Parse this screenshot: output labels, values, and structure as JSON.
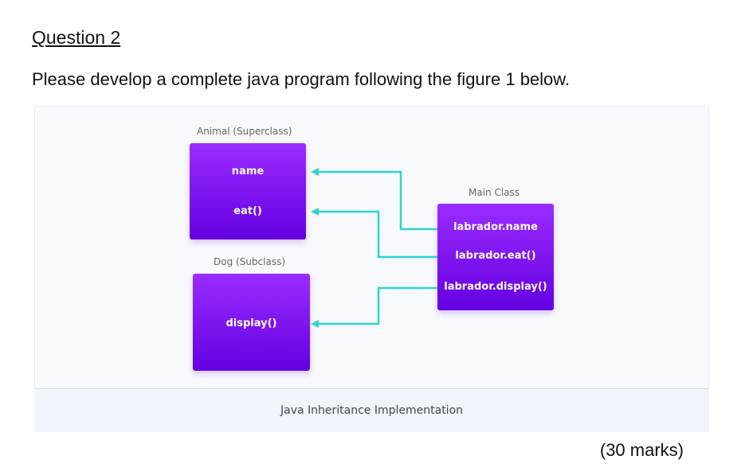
{
  "question": {
    "title": "Question 2",
    "instruction": "Please develop a complete java program following the figure 1 below.",
    "marks": "(30 marks)"
  },
  "figure": {
    "caption": "Java Inheritance Implementation",
    "animal": {
      "label": "Animal (Superclass)",
      "members": [
        "name",
        "eat()"
      ]
    },
    "dog": {
      "label": "Dog (Subclass)",
      "members": [
        "display()"
      ]
    },
    "main": {
      "label": "Main Class",
      "members": [
        "labrador.name",
        "labrador.eat()",
        "labrador.display()"
      ]
    },
    "colors": {
      "box": "#7a10f0",
      "arrow": "#2ed3cf"
    }
  }
}
